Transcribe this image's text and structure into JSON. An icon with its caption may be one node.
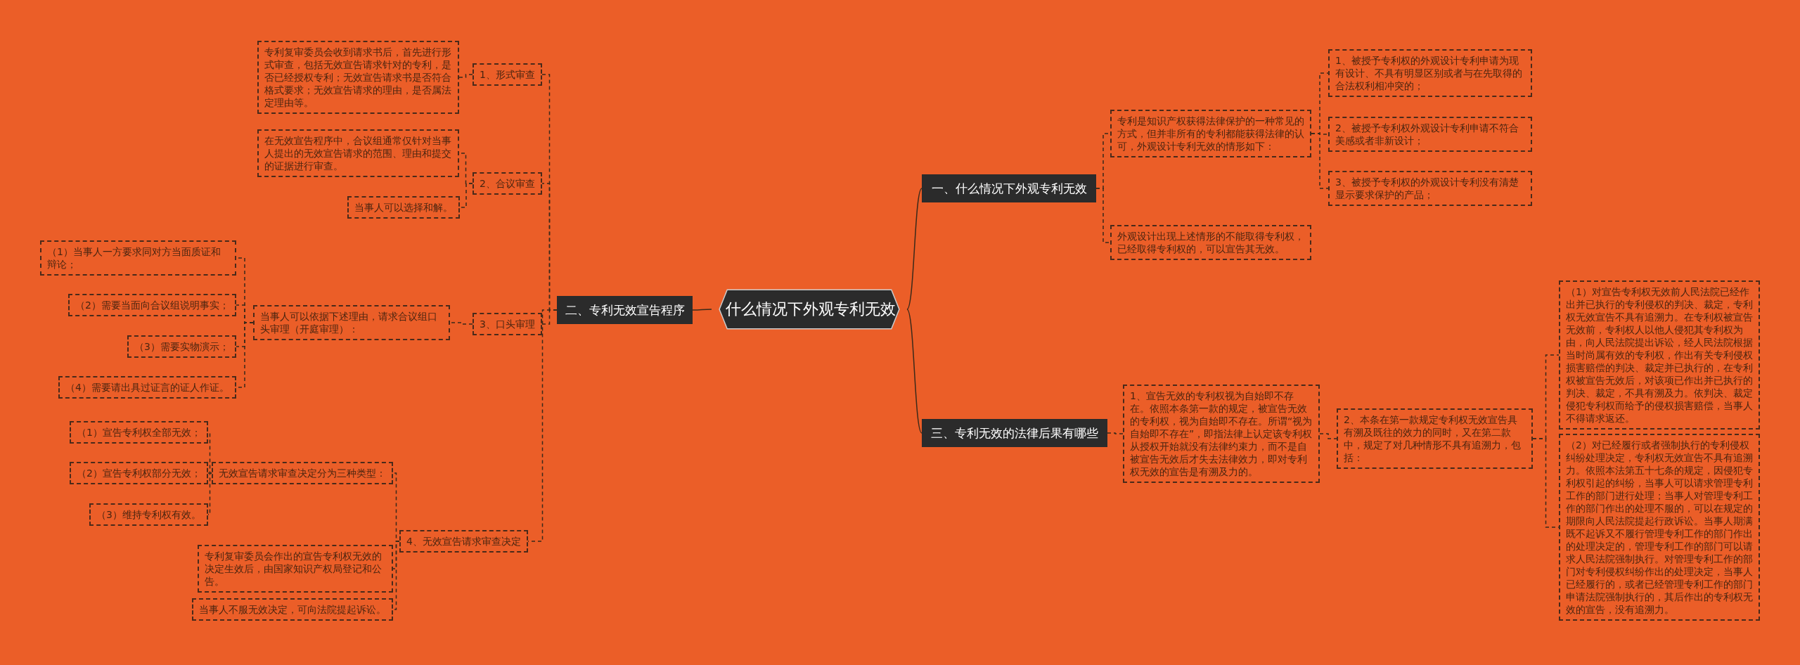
{
  "diagram": {
    "nodes": [
      {
        "text": [
          "什么情况下外观专利无效"
        ]
      },
      {
        "text": [
          "一、什么情况下外观专利无效"
        ]
      },
      {
        "text": [
          "专利是知识产权获得法律保护的一种常见的方式，但并非所有的专利都能获得法律的认可，外观设计专利无效的情形如下："
        ]
      },
      {
        "text": [
          "1、被授予专利权的外观设计专利申请为现有设计、不具有明显区别或者与在先取得的合法权利相冲突的；"
        ]
      },
      {
        "text": [
          "2、被授予专利权外观设计专利申请不符合美感或者非新设计；"
        ]
      },
      {
        "text": [
          "3、被授予专利权的外观设计专利没有清楚显示要求保护的产品；"
        ]
      },
      {
        "text": [
          "外观设计出现上述情形的不能取得专利权，已经取得专利权的，可以宣告其无效。"
        ]
      },
      {
        "text": [
          "二、专利无效宣告程序"
        ]
      },
      {
        "text": [
          "1、形式审查"
        ]
      },
      {
        "text": [
          "专利复审委员会收到请求书后，首先进行形式审查，包括无效宣告请求针对的专利，是否已经授权专利；无效宣告请求书是否符合格式要求；无效宣告请求的理由，是否属法定理由等。"
        ]
      },
      {
        "text": [
          "2、合议审查"
        ]
      },
      {
        "text": [
          "在无效宣告程序中，合议组通常仅针对当事人提出的无效宣告请求的范围、理由和提交的证据进行审查。"
        ]
      },
      {
        "text": [
          "当事人可以选择和解。"
        ]
      },
      {
        "text": [
          "3、口头审理"
        ]
      },
      {
        "text": [
          "当事人可以依据下述理由，请求合议组口头审理（开庭审理）："
        ]
      },
      {
        "text": [
          "（1）当事人一方要求同对方当面质证和辩论；"
        ]
      },
      {
        "text": [
          "（2）需要当面向合议组说明事实；"
        ]
      },
      {
        "text": [
          "（3）需要实物演示；"
        ]
      },
      {
        "text": [
          "（4）需要请出具过证言的证人作证。"
        ]
      },
      {
        "text": [
          "4、无效宣告请求审查决定"
        ]
      },
      {
        "text": [
          "无效宣告请求审查决定分为三种类型："
        ]
      },
      {
        "text": [
          "（1）宣告专利权全部无效；"
        ]
      },
      {
        "text": [
          "（2）宣告专利权部分无效；"
        ]
      },
      {
        "text": [
          "（3）维持专利权有效。"
        ]
      },
      {
        "text": [
          "专利复审委员会作出的宣告专利权无效的决定生效后，由国家知识产权局登记和公告。"
        ]
      },
      {
        "text": [
          "当事人不服无效决定，可向法院提起诉讼。"
        ]
      },
      {
        "text": [
          "三、专利无效的法律后果有哪些"
        ]
      },
      {
        "text": [
          "1、宣告无效的专利权视为自始即不存在。依照本条第一款的规定，被宣告无效的专利权，视为自始即不存在。所谓“视为自始即不存在”，即指法律上认定该专利权从授权开始就没有法律约束力，而不是自被宣告无效后才失去法律效力，即对专利权无效的宣告是有溯及力的。"
        ]
      },
      {
        "text": [
          "2、本条在第一款规定专利权无效宣告具有溯及既往的效力的同时，又在第二款中，规定了对几种情形不具有追溯力，包括："
        ]
      },
      {
        "text": [
          "（1）对宣告专利权无效前人民法院已经作出并已执行的专利侵权的判决、裁定，专利权无效宣告不具有追溯力。在专利权被宣告无效前，专利权人以他人侵犯其专利权为由，向人民法院提出诉讼，经人民法院根据当时尚属有效的专利权，作出有关专利侵权损害赔偿的判决、裁定并已执行的，在专利权被宣告无效后，对该项已作出并已执行的判决、裁定，不具有溯及力。依判决、裁定侵犯专利权而给予的侵权损害赔偿，当事人不得请求返还。"
        ]
      },
      {
        "text": [
          "（2）对已经履行或者强制执行的专利侵权纠纷处理决定，专利权无效宣告不具有追溯力。依照本法第五十七条的规定，因侵犯专利权引起的纠纷，当事人可以请求管理专利工作的部门进行处理；当事人对管理专利工作的部门作出的处理不服的，可以在规定的期限向人民法院提起行政诉讼。当事人期满既不起诉又不履行管理专利工作的部门作出的处理决定的，管理专利工作的部门可以请求人民法院强制执行。对管理专利工作的部门对专利侵权纠纷作出的处理决定，当事人已经履行的，或者已经管理专利工作的部门申请法院强制执行的，其后作出的专利权无效的宣告，没有追溯力。"
        ]
      }
    ],
    "edges": [
      {
        "from": 0,
        "to": 1,
        "arrow": "none"
      },
      {
        "from": 1,
        "to": 2,
        "arrow": "none",
        "style": "dashed"
      },
      {
        "from": 2,
        "to": 3,
        "arrow": "none",
        "style": "dashed"
      },
      {
        "from": 2,
        "to": 4,
        "arrow": "none",
        "style": "dashed"
      },
      {
        "from": 2,
        "to": 5,
        "arrow": "none",
        "style": "dashed"
      },
      {
        "from": 1,
        "to": 6,
        "arrow": "none",
        "style": "dashed"
      },
      {
        "from": 0,
        "to": 7,
        "arrow": "none"
      },
      {
        "from": 7,
        "to": 8,
        "arrow": "none",
        "style": "dashed"
      },
      {
        "from": 8,
        "to": 9,
        "arrow": "none",
        "style": "dashed"
      },
      {
        "from": 7,
        "to": 10,
        "arrow": "none",
        "style": "dashed"
      },
      {
        "from": 10,
        "to": 11,
        "arrow": "none",
        "style": "dashed"
      },
      {
        "from": 10,
        "to": 12,
        "arrow": "none",
        "style": "dashed"
      },
      {
        "from": 7,
        "to": 13,
        "arrow": "none",
        "style": "dashed"
      },
      {
        "from": 13,
        "to": 14,
        "arrow": "none",
        "style": "dashed"
      },
      {
        "from": 14,
        "to": 15,
        "arrow": "none",
        "style": "dashed"
      },
      {
        "from": 14,
        "to": 16,
        "arrow": "none",
        "style": "dashed"
      },
      {
        "from": 14,
        "to": 17,
        "arrow": "none",
        "style": "dashed"
      },
      {
        "from": 14,
        "to": 18,
        "arrow": "none",
        "style": "dashed"
      },
      {
        "from": 7,
        "to": 19,
        "arrow": "none",
        "style": "dashed"
      },
      {
        "from": 19,
        "to": 20,
        "arrow": "none",
        "style": "dashed"
      },
      {
        "from": 20,
        "to": 21,
        "arrow": "none",
        "style": "dashed"
      },
      {
        "from": 20,
        "to": 22,
        "arrow": "none",
        "style": "dashed"
      },
      {
        "from": 20,
        "to": 23,
        "arrow": "none",
        "style": "dashed"
      },
      {
        "from": 19,
        "to": 24,
        "arrow": "none",
        "style": "dashed"
      },
      {
        "from": 19,
        "to": 25,
        "arrow": "none",
        "style": "dashed"
      },
      {
        "from": 0,
        "to": 26,
        "arrow": "none"
      },
      {
        "from": 26,
        "to": 27,
        "arrow": "none",
        "style": "dashed"
      },
      {
        "from": 27,
        "to": 28,
        "arrow": "none",
        "style": "dashed"
      },
      {
        "from": 28,
        "to": 29,
        "arrow": "none",
        "style": "dashed"
      },
      {
        "from": 28,
        "to": 30,
        "arrow": "none",
        "style": "dashed"
      }
    ]
  }
}
